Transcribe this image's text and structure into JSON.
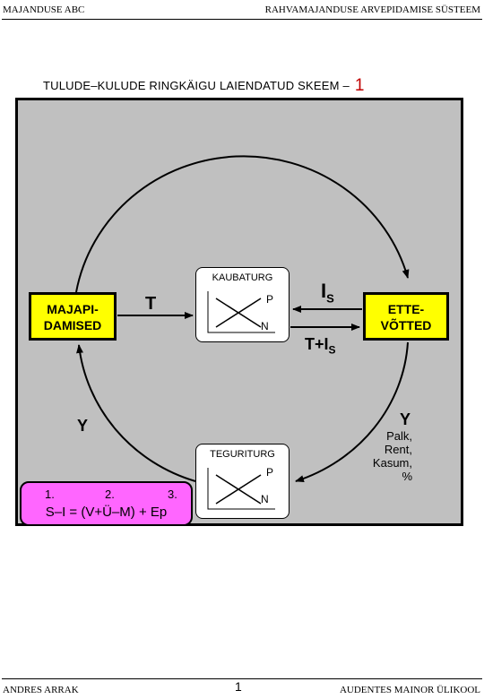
{
  "header": {
    "left": "MAJANDUSE ABC",
    "right": "RAHVAMAJANDUSE ARVEPIDAMISE SÜSTEEM"
  },
  "title": {
    "text": "TULUDE–KULUDE RINGKÄIGU LAIENDATUD SKEEM –",
    "number": "1",
    "number_color": "#c00000"
  },
  "diagram": {
    "panel_color": "#c0c0c0",
    "box_color": "#ffff00",
    "formula_color": "#ff66ff",
    "households": {
      "line1": "MAJAPI-",
      "line2": "DAMISED"
    },
    "firms": {
      "line1": "ETTE-",
      "line2": "VÕTTED"
    },
    "goods_market": {
      "name": "KAUBATURG",
      "p": "P",
      "n": "N"
    },
    "factor_market": {
      "name": "TEGURITURG",
      "p": "P",
      "n": "N"
    },
    "labels": {
      "t": "T",
      "i_base": "I",
      "i_sub": "S",
      "t_plus_i_base": "T+I",
      "t_plus_i_sub": "S",
      "y_left": "Y",
      "y_right": "Y",
      "income_types": [
        "Palk,",
        "Rent,",
        "Kasum,",
        "%"
      ]
    },
    "formula": {
      "n1": "1.",
      "n2": "2.",
      "n3": "3.",
      "equation": "S–I = (V+Ü–M) + Ep"
    }
  },
  "footer": {
    "left": "ANDRES ARRAK",
    "page": "1",
    "right": "AUDENTES MAINOR ÜLIKOOL"
  }
}
